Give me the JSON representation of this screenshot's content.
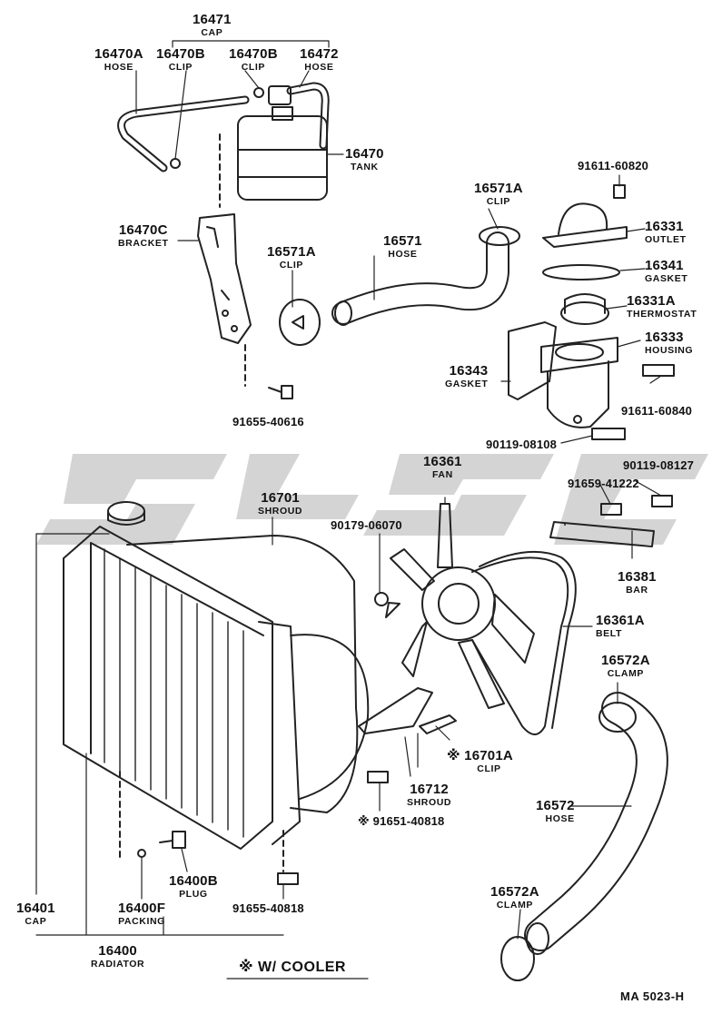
{
  "title": "",
  "watermark_logo": "SLSC",
  "parts": [
    {
      "id": "16471",
      "number": "16471",
      "name": "CAP"
    },
    {
      "id": "16470A",
      "number": "16470A",
      "name": "HOSE"
    },
    {
      "id": "16470B-1",
      "number": "16470B",
      "name": "CLIP"
    },
    {
      "id": "16470B-2",
      "number": "16470B",
      "name": "CLIP"
    },
    {
      "id": "16472",
      "number": "16472",
      "name": "HOSE"
    },
    {
      "id": "16470",
      "number": "16470",
      "name": "TANK"
    },
    {
      "id": "91611-60820",
      "number": "91611-60820",
      "name": ""
    },
    {
      "id": "16571A-top",
      "number": "16571A",
      "name": "CLIP"
    },
    {
      "id": "16470C",
      "number": "16470C",
      "name": "BRACKET"
    },
    {
      "id": "16571",
      "number": "16571",
      "name": "HOSE"
    },
    {
      "id": "16571A-left",
      "number": "16571A",
      "name": "CLIP"
    },
    {
      "id": "16331",
      "number": "16331",
      "name": "OUTLET"
    },
    {
      "id": "16341",
      "number": "16341",
      "name": "GASKET"
    },
    {
      "id": "16331A",
      "number": "16331A",
      "name": "THERMOSTAT"
    },
    {
      "id": "16333",
      "number": "16333",
      "name": "HOUSING"
    },
    {
      "id": "16343",
      "number": "16343",
      "name": "GASKET"
    },
    {
      "id": "91611-60840",
      "number": "91611-60840",
      "name": ""
    },
    {
      "id": "91655-40616",
      "number": "91655-40616",
      "name": ""
    },
    {
      "id": "90119-08108",
      "number": "90119-08108",
      "name": ""
    },
    {
      "id": "16361",
      "number": "16361",
      "name": "FAN"
    },
    {
      "id": "90119-08127",
      "number": "90119-08127",
      "name": ""
    },
    {
      "id": "16701",
      "number": "16701",
      "name": "SHROUD"
    },
    {
      "id": "91659-41222",
      "number": "91659-41222",
      "name": ""
    },
    {
      "id": "90179-06070",
      "number": "90179-06070",
      "name": ""
    },
    {
      "id": "16381",
      "number": "16381",
      "name": "BAR"
    },
    {
      "id": "16361A",
      "number": "16361A",
      "name": "BELT"
    },
    {
      "id": "16572A-top",
      "number": "16572A",
      "name": "CLAMP"
    },
    {
      "id": "16701A",
      "number": "※ 16701A",
      "name": "CLIP"
    },
    {
      "id": "16712",
      "number": "16712",
      "name": "SHROUD"
    },
    {
      "id": "91651-40818",
      "number": "※ 91651-40818",
      "name": ""
    },
    {
      "id": "16572",
      "number": "16572",
      "name": "HOSE"
    },
    {
      "id": "16400B",
      "number": "16400B",
      "name": "PLUG"
    },
    {
      "id": "16401",
      "number": "16401",
      "name": "CAP"
    },
    {
      "id": "16400F",
      "number": "16400F",
      "name": "PACKING"
    },
    {
      "id": "91655-40818",
      "number": "91655-40818",
      "name": ""
    },
    {
      "id": "16572A-bottom",
      "number": "16572A",
      "name": "CLAMP"
    },
    {
      "id": "16400",
      "number": "16400",
      "name": "RADIATOR"
    }
  ],
  "footnote": "※ W/ COOLER",
  "figure_code": "MA  5023-H"
}
